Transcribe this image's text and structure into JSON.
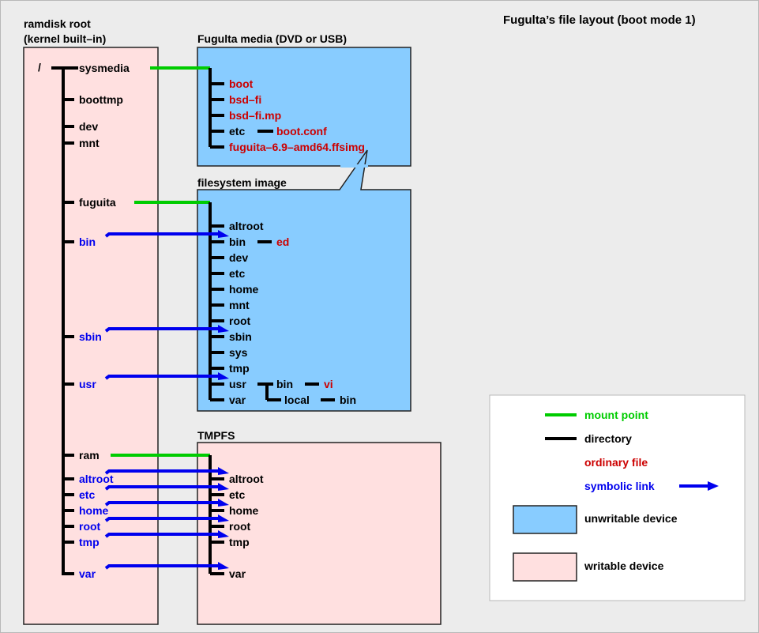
{
  "title": "Fugulta’s file layout (boot mode 1)",
  "colors": {
    "background": "#ececec",
    "writable": "#ffe0e0",
    "unwritable": "#88ccff",
    "mount": "#00cc00",
    "directory": "#000000",
    "file": "#cc0000",
    "link": "#0000ee"
  },
  "ramdisk": {
    "label_line1": "ramdisk root",
    "label_line2": "(kernel built–in)",
    "root": "/",
    "entries": [
      {
        "name": "sysmedia",
        "kind": "mount"
      },
      {
        "name": "boottmp",
        "kind": "directory"
      },
      {
        "name": "dev",
        "kind": "directory"
      },
      {
        "name": "mnt",
        "kind": "directory"
      },
      {
        "name": "fuguita",
        "kind": "mount"
      },
      {
        "name": "bin",
        "kind": "link"
      },
      {
        "name": "sbin",
        "kind": "link"
      },
      {
        "name": "usr",
        "kind": "link"
      },
      {
        "name": "ram",
        "kind": "mount"
      },
      {
        "name": "altroot",
        "kind": "link"
      },
      {
        "name": "etc",
        "kind": "link"
      },
      {
        "name": "home",
        "kind": "link"
      },
      {
        "name": "root",
        "kind": "link"
      },
      {
        "name": "tmp",
        "kind": "link"
      },
      {
        "name": "var",
        "kind": "link"
      }
    ]
  },
  "media": {
    "label": "Fugulta media (DVD or USB)",
    "entries": [
      {
        "name": "boot",
        "kind": "file"
      },
      {
        "name": "bsd–fi",
        "kind": "file"
      },
      {
        "name": "bsd–fi.mp",
        "kind": "file"
      },
      {
        "name": "etc",
        "kind": "directory",
        "child": "boot.conf"
      },
      {
        "name": "fuguita–6.9–amd64.ffsimg",
        "kind": "file"
      }
    ]
  },
  "fsimage": {
    "label": "filesystem image",
    "entries": [
      {
        "name": "altroot"
      },
      {
        "name": "bin",
        "child": "ed"
      },
      {
        "name": "dev"
      },
      {
        "name": "etc"
      },
      {
        "name": "home"
      },
      {
        "name": "mnt"
      },
      {
        "name": "root"
      },
      {
        "name": "sbin"
      },
      {
        "name": "sys"
      },
      {
        "name": "tmp"
      },
      {
        "name": "usr"
      },
      {
        "name": "var"
      }
    ],
    "usr_children": {
      "bin": "bin",
      "bin_child": "vi",
      "local": "local",
      "local_child": "bin"
    }
  },
  "tmpfs": {
    "label": "TMPFS",
    "entries": [
      "altroot",
      "etc",
      "home",
      "root",
      "tmp",
      "var"
    ]
  },
  "legend": {
    "mount": "mount point",
    "directory": "directory",
    "file": "ordinary file",
    "link": "symbolic link",
    "unwritable": "unwritable device",
    "writable": "writable device"
  }
}
